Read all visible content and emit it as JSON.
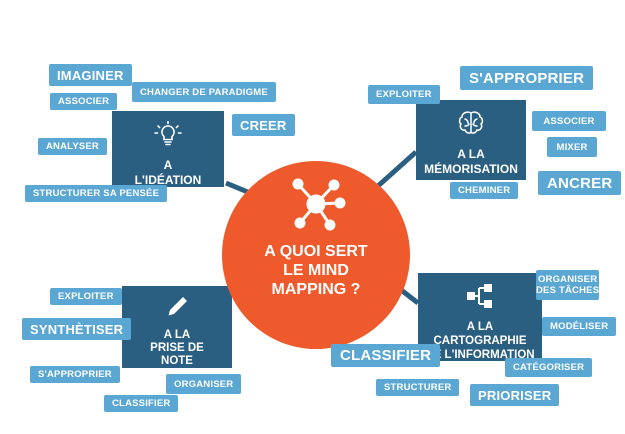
{
  "center": {
    "lines": [
      "A QUOI SERT",
      "LE MIND",
      "MAPPING ?"
    ],
    "color": "#ee5a2c"
  },
  "colors": {
    "hub": "#2b5f82",
    "tag": "#5aa7d4",
    "connector": "#2b5f82"
  },
  "hubs": {
    "ideation": {
      "lines": [
        "A",
        "L'IDÉATION"
      ],
      "icon": "lightbulb-icon"
    },
    "memorisation": {
      "lines": [
        "A LA",
        "MÉMORISATION"
      ],
      "icon": "brain-icon"
    },
    "prise_de_note": {
      "lines": [
        "A LA",
        "PRISE DE",
        "NOTE"
      ],
      "icon": "pencil-icon"
    },
    "cartographie": {
      "lines": [
        "A LA",
        "CARTOGRAPHIE",
        "DE L'INFORMATION"
      ],
      "icon": "share-network-icon"
    }
  },
  "tags": {
    "imaginer": "IMAGINER",
    "changer_de_paradigme": "CHANGER DE PARADIGME",
    "associer_ideation": "ASSOCIER",
    "creer": "CREER",
    "analyser": "ANALYSER",
    "structurer_sa_pensee": "STRUCTURER SA PENSÉE",
    "sapproprier_memo": "S'APPROPRIER",
    "exploiter_memo": "EXPLOITER",
    "associer_memo": "ASSOCIER",
    "mixer": "MIXER",
    "ancrer": "ANCRER",
    "cheminer": "CHEMINER",
    "exploiter_note": "EXPLOITER",
    "synthetiser": "SYNTHÈTISER",
    "sapproprier_note": "S'APPROPRIER",
    "organiser": "ORGANISER",
    "classifier_note": "CLASSIFIER",
    "organiser_les_taches": [
      "ORGANISER",
      "DES TÂCHES"
    ],
    "modeliser": "MODÉLISER",
    "classifier_carto": "CLASSIFIER",
    "categoriser": "CATÉGORISER",
    "structurer": "STRUCTURER",
    "prioriser": "PRIORISER"
  }
}
